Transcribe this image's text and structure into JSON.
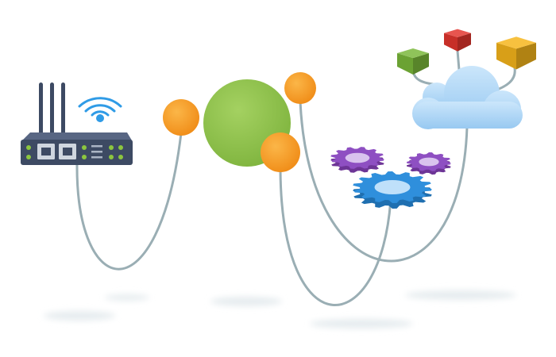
{
  "colors": {
    "background": "#ffffff",
    "wire": "#9aaeb4",
    "node_orange": "#f59a23",
    "hub_green": "#8cc04b",
    "router_body": "#3d4a63",
    "router_led": "#8cc63f",
    "wifi": "#2f9be6",
    "cloud": "#a9d4f5",
    "gear_blue": "#2f8fdc",
    "gear_purple": "#8e4fc2",
    "cube_green": "#7ab83a",
    "cube_red": "#e2352d",
    "cube_yellow": "#f5b51b",
    "shadow": "#e9eef0"
  },
  "icons": {
    "router": "router-icon",
    "wifi": "wifi-signal-icon",
    "cloud": "cloud-icon",
    "gear_large": "gear-icon",
    "gear_small": "gear-icon",
    "cube": "cube-icon",
    "node": "endpoint-node-icon",
    "hub": "hub-sphere-icon"
  },
  "elements": [
    "router",
    "wifi-signal",
    "endpoint-nodes",
    "hub-sphere",
    "gears",
    "cloud",
    "cubes",
    "connection-wires"
  ]
}
